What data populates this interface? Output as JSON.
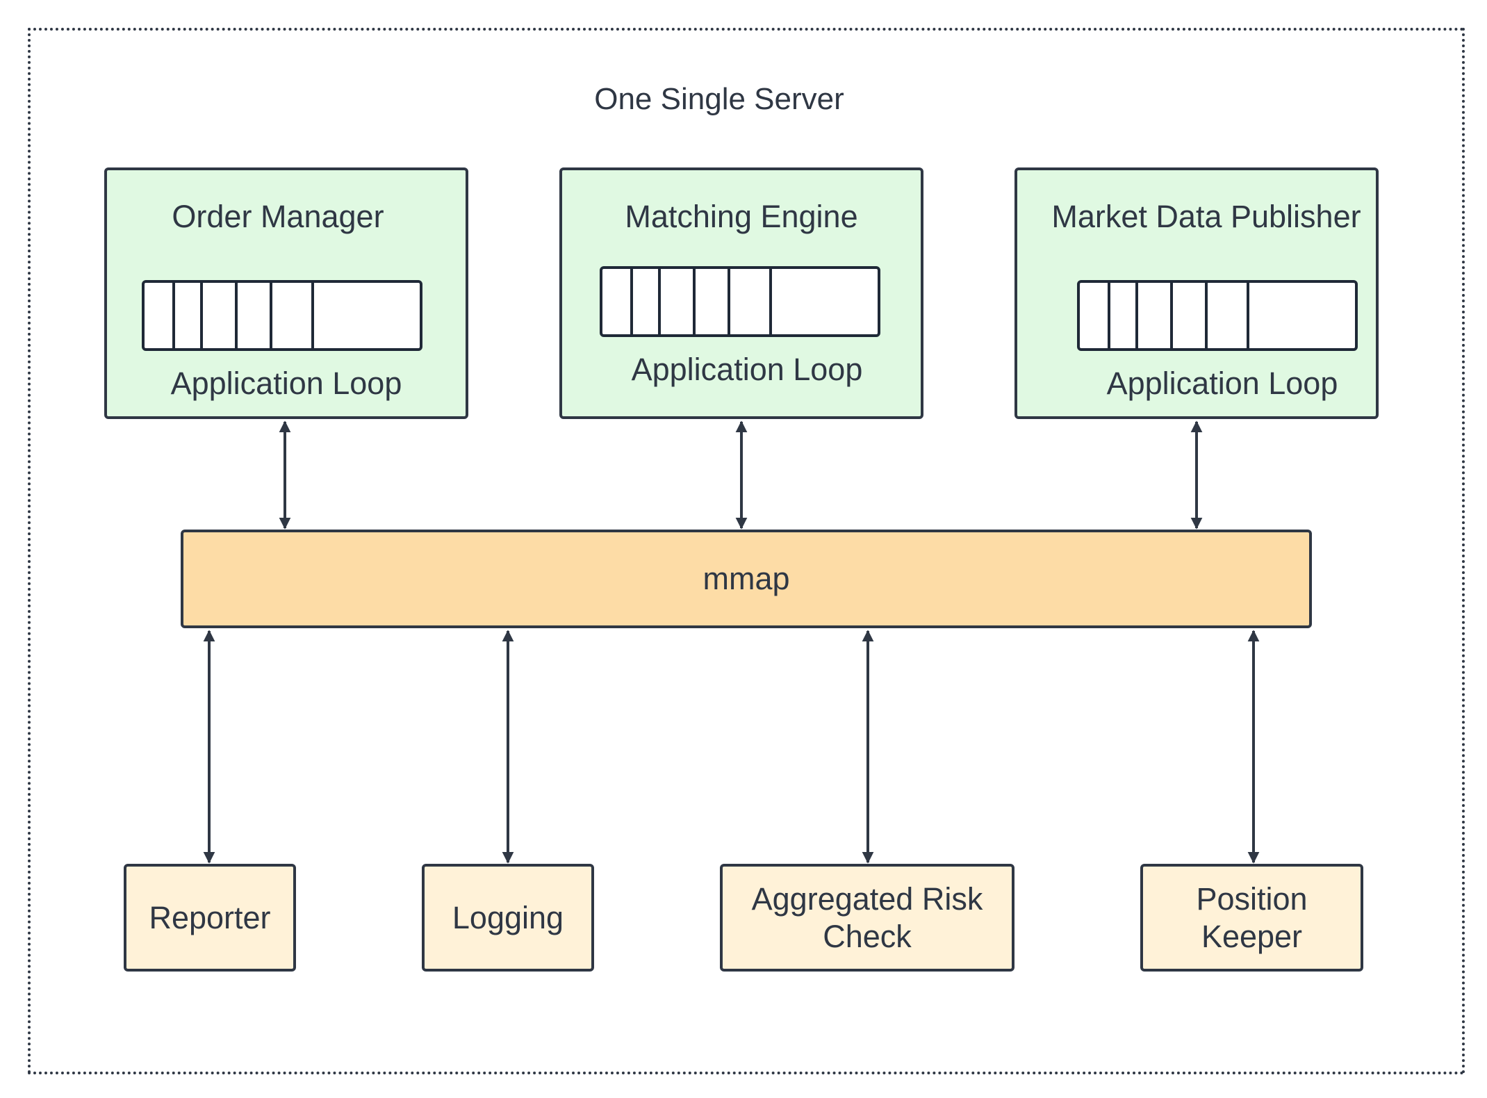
{
  "diagram": {
    "title": "One Single Server",
    "services": [
      {
        "name": "Order Manager",
        "loop_label": "Application Loop"
      },
      {
        "name": "Matching Engine",
        "loop_label": "Application Loop"
      },
      {
        "name": "Market Data Publisher",
        "loop_label": "Application Loop"
      }
    ],
    "shared_memory": {
      "label": "mmap"
    },
    "components": [
      {
        "line1": "Reporter",
        "line2": ""
      },
      {
        "line1": "Logging",
        "line2": ""
      },
      {
        "line1": "Aggregated Risk",
        "line2": "Check"
      },
      {
        "line1": "Position",
        "line2": "Keeper"
      }
    ],
    "colors": {
      "service_fill": "#e0f9e2",
      "mmap_fill": "#fddca6",
      "component_fill": "#fff2d8",
      "stroke": "#2f3744"
    }
  }
}
